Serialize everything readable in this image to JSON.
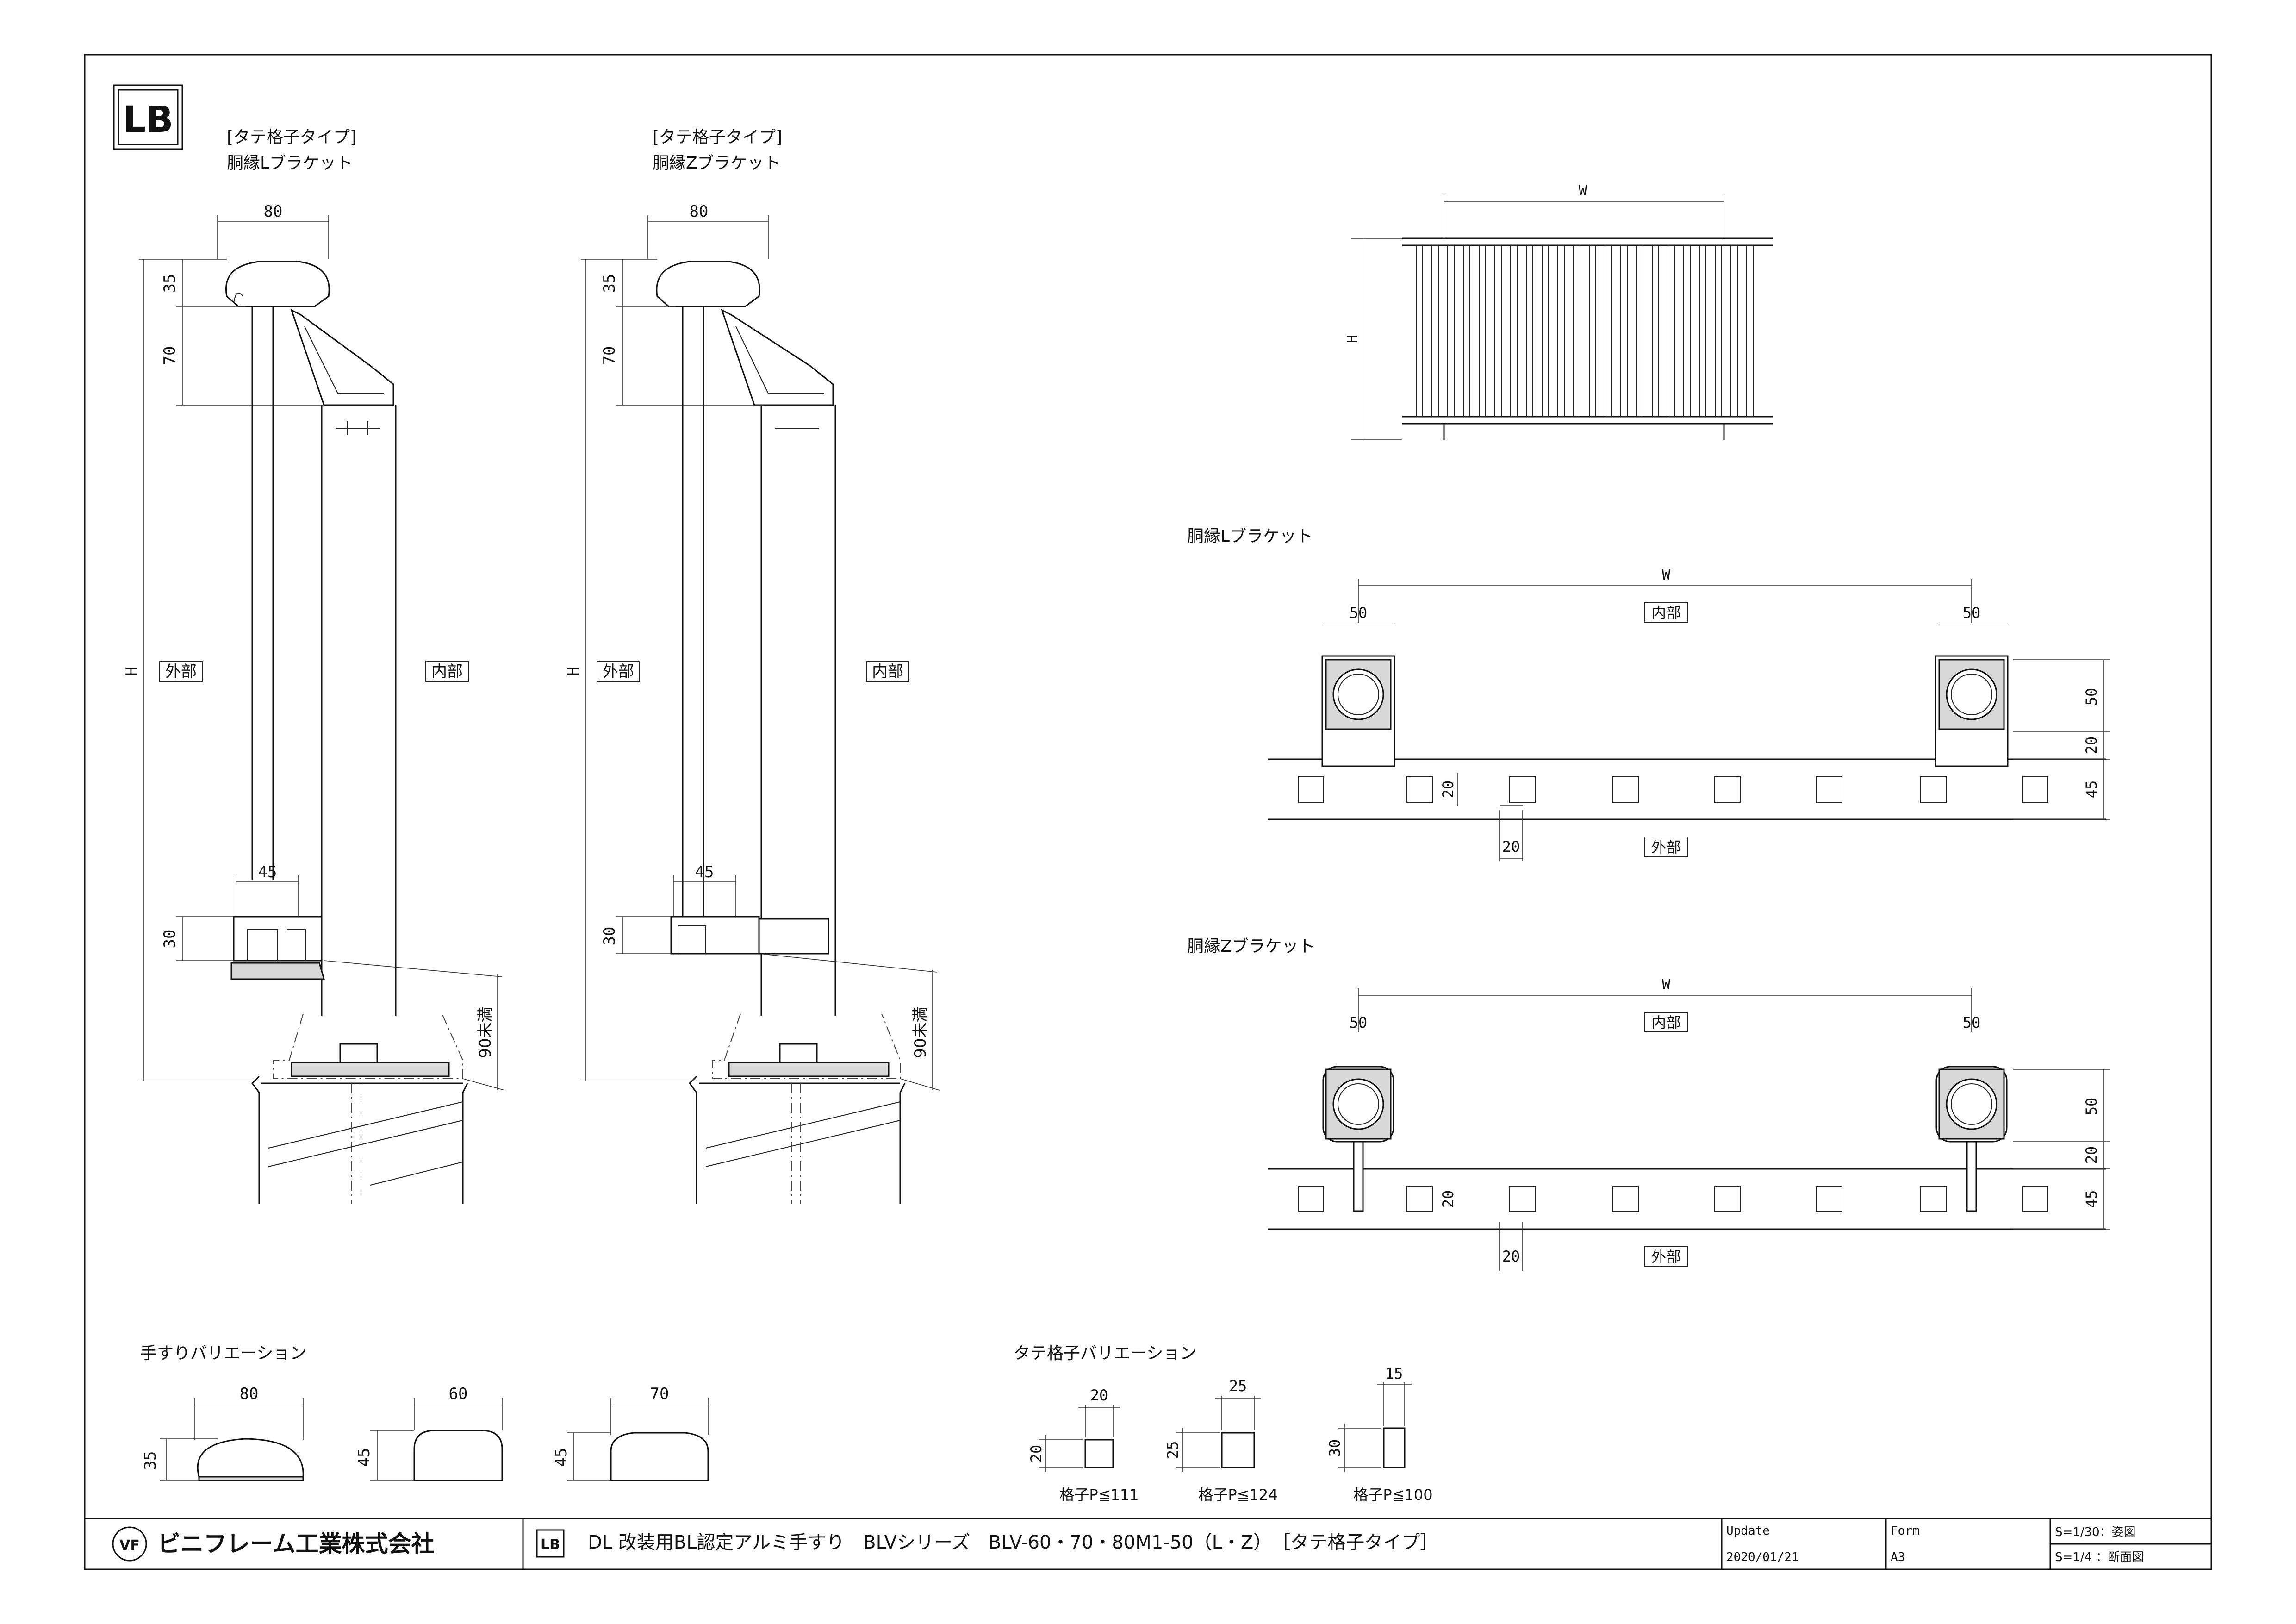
{
  "header": {
    "logo": "LB"
  },
  "view1": {
    "line1": "[タテ格子タイプ]",
    "line2": "胴縁Lブラケット"
  },
  "view2": {
    "line1": "[タテ格子タイプ]",
    "line2": "胴縁Zブラケット"
  },
  "dims": {
    "d80": "80",
    "d35": "35",
    "d70": "70",
    "dH": "H",
    "d45": "45",
    "d30": "30",
    "d90": "90未満",
    "dW": "W",
    "d50": "50",
    "d20": "20",
    "d60": "60",
    "d25": "25",
    "d15": "15"
  },
  "labels": {
    "outside": "外部",
    "inside": "内部"
  },
  "plan": {
    "l_title": "胴縁Lブラケット",
    "z_title": "胴縁Zブラケット"
  },
  "handrail_var": {
    "title": "手すりバリエーション"
  },
  "baluster_var": {
    "title": "タテ格子バリエーション",
    "p1": "格子P≦111",
    "p2": "格子P≦124",
    "p3": "格子P≦100"
  },
  "titleblock": {
    "company": "ビニフレーム工業株式会社",
    "company_mark": "VF",
    "logo": "LB",
    "title": "DL 改装用BL認定アルミ手すり　BLVシリーズ　BLV-60・70・80M1-50（L・Z）　［タテ格子タイプ］",
    "update_label": "Update",
    "update_value": "2020/01/21",
    "form_label": "Form",
    "form_value": "A3",
    "scale1": "S=1/30：姿図",
    "scale2": "S=1/4 ：断面図"
  }
}
